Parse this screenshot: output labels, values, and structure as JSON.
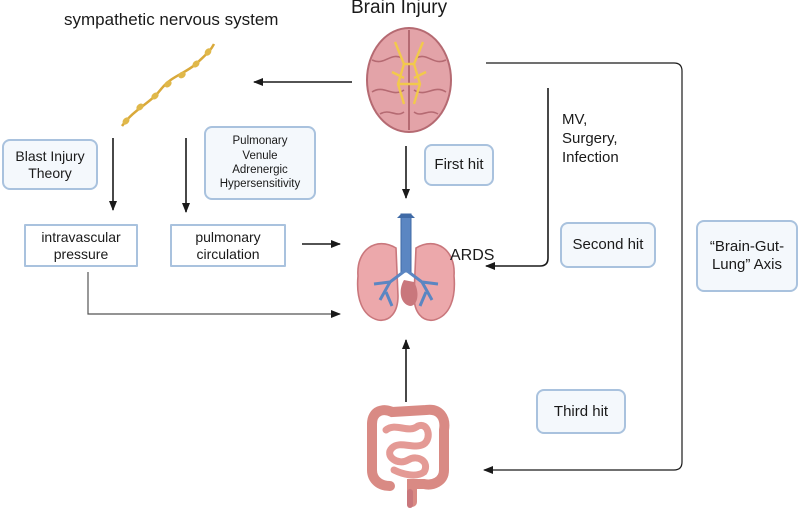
{
  "labels": {
    "sympathetic": "sympathetic nervous system",
    "brain_injury": "Brain Injury",
    "ards": "ARDS",
    "mv_lines": [
      "MV,",
      "Surgery,",
      "Infection"
    ]
  },
  "boxes": {
    "blast_injury": [
      "Blast Injury",
      "Theory"
    ],
    "pulmonary_venule": [
      "Pulmonary",
      "Venule",
      "Adrenergic",
      "Hypersensitivity"
    ],
    "first_hit": "First hit",
    "intravascular": [
      "intravascular",
      "pressure"
    ],
    "pulmonary_circulation": [
      "pulmonary",
      "circulation"
    ],
    "second_hit": "Second hit",
    "brain_gut_lung": [
      "“Brain-Gut-",
      "Lung” Axis"
    ],
    "third_hit": "Third hit"
  },
  "icons": [
    "nerve-fiber-icon",
    "brain-icon",
    "lungs-icon",
    "intestine-icon"
  ],
  "colors": {
    "box_border": "#a9c2de",
    "box_fill": "#f4f8fc",
    "arrow": "#1a1a1a",
    "connector": "#555555",
    "organ_pink": "#e8a4a6",
    "organ_dark": "#c9777c",
    "airway_blue": "#5b86c2",
    "nerve_yellow": "#e0b84a"
  }
}
